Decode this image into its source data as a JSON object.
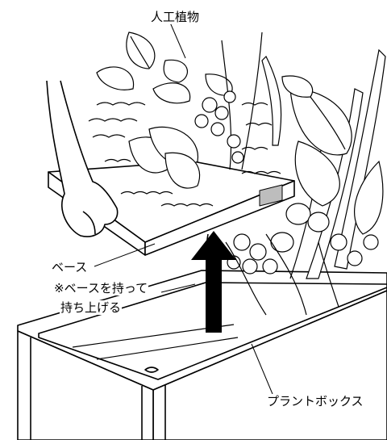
{
  "labels": {
    "artificial_plants": "人工植物",
    "base": "ベース",
    "note_line1": "※ベースを持って",
    "note_line2": "持ち上げる",
    "plant_box": "プラントボックス"
  },
  "colors": {
    "ink": "#000000",
    "paper": "#ffffff",
    "gray": "#bdbdbd"
  }
}
